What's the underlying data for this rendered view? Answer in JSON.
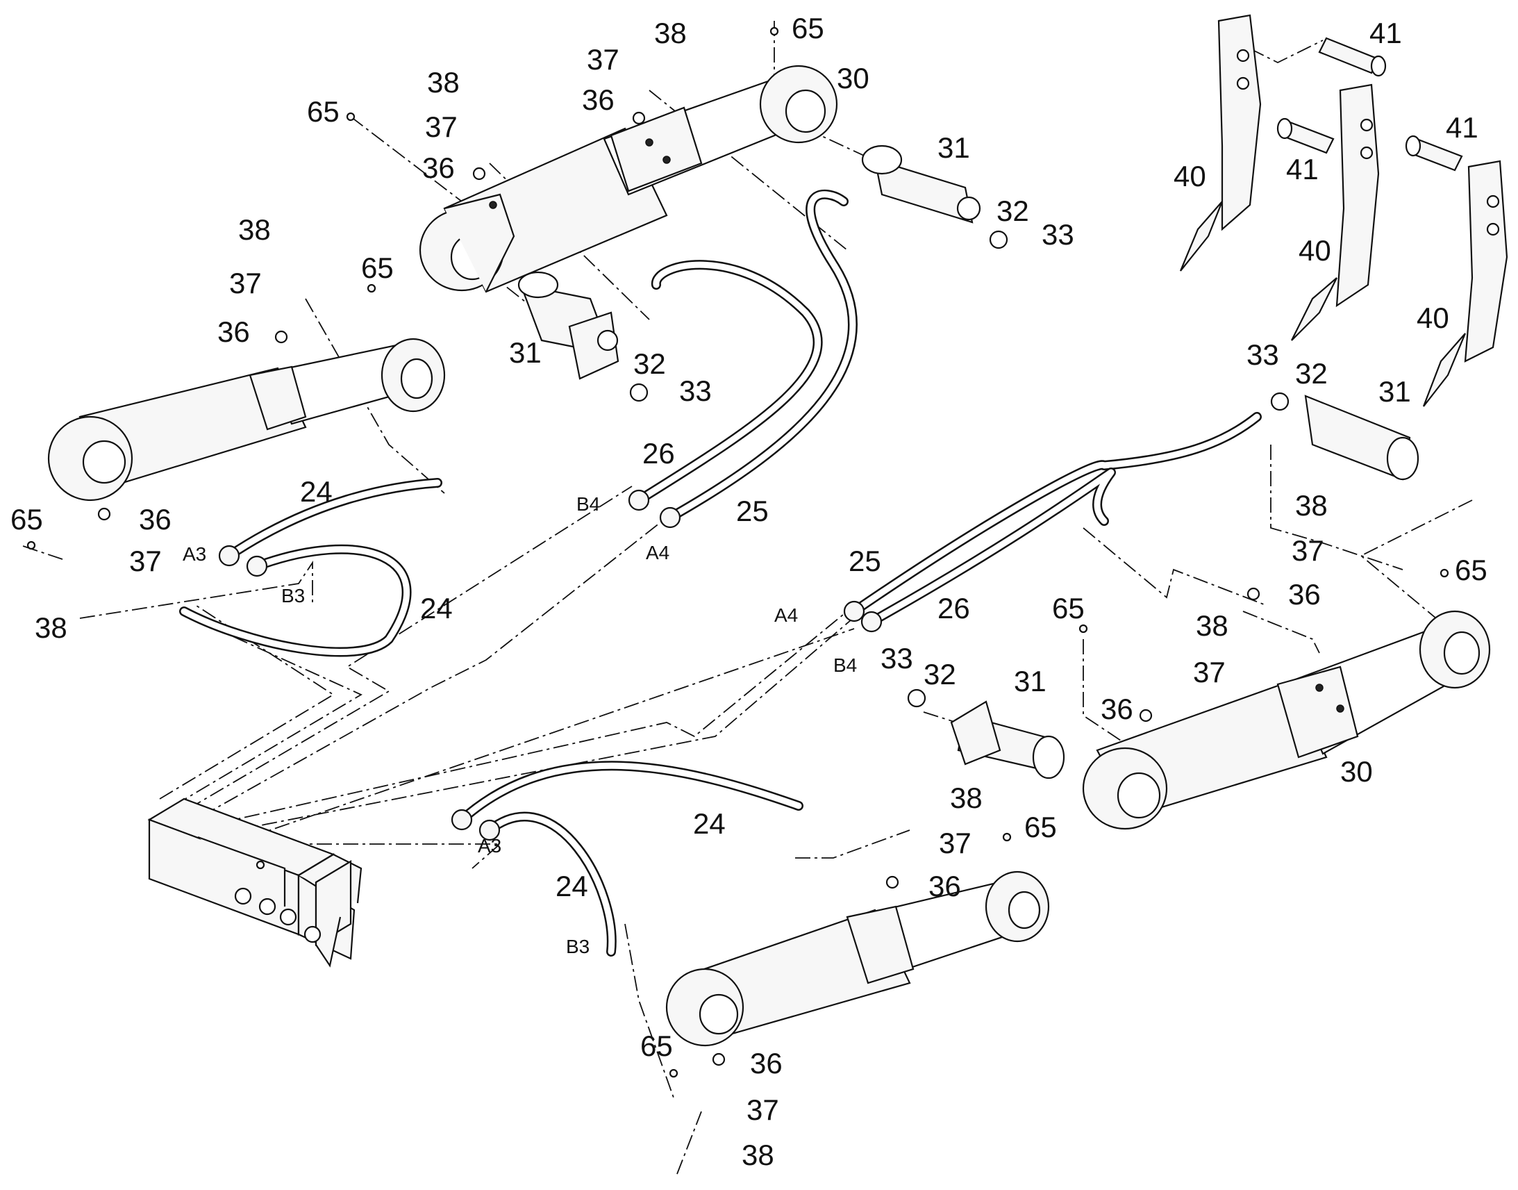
{
  "labels": {
    "l24a": "24",
    "l24b": "24",
    "l24c": "24",
    "l24d": "24",
    "l25a": "25",
    "l25b": "25",
    "l26a": "26",
    "l26b": "26",
    "l30a": "30",
    "l30b": "30",
    "l31a": "31",
    "l31b": "31",
    "l31c": "31",
    "l31d": "31",
    "l32a": "32",
    "l32b": "32",
    "l32c": "32",
    "l32d": "32",
    "l33a": "33",
    "l33b": "33",
    "l33c": "33",
    "l33d": "33",
    "l36a": "36",
    "l36b": "36",
    "l36c": "36",
    "l36d": "36",
    "l36e": "36",
    "l36f": "36",
    "l36g": "36",
    "l36h": "36",
    "l37a": "37",
    "l37b": "37",
    "l37c": "37",
    "l37d": "37",
    "l37e": "37",
    "l37f": "37",
    "l37g": "37",
    "l37h": "37",
    "l38a": "38",
    "l38b": "38",
    "l38c": "38",
    "l38d": "38",
    "l38e": "38",
    "l38f": "38",
    "l38g": "38",
    "l38h": "38",
    "l40a": "40",
    "l40b": "40",
    "l40c": "40",
    "l41a": "41",
    "l41b": "41",
    "l41c": "41",
    "l65a": "65",
    "l65b": "65",
    "l65c": "65",
    "l65d": "65",
    "l65e": "65",
    "l65f": "65",
    "l65g": "65",
    "l65h": "65"
  },
  "ports": {
    "a3_left": "A3",
    "b3_left": "B3",
    "b4_top": "B4",
    "a4_top": "A4",
    "a4_right": "A4",
    "b4_right": "B4",
    "a3_bottom": "A3",
    "b3_bottom": "B3"
  }
}
